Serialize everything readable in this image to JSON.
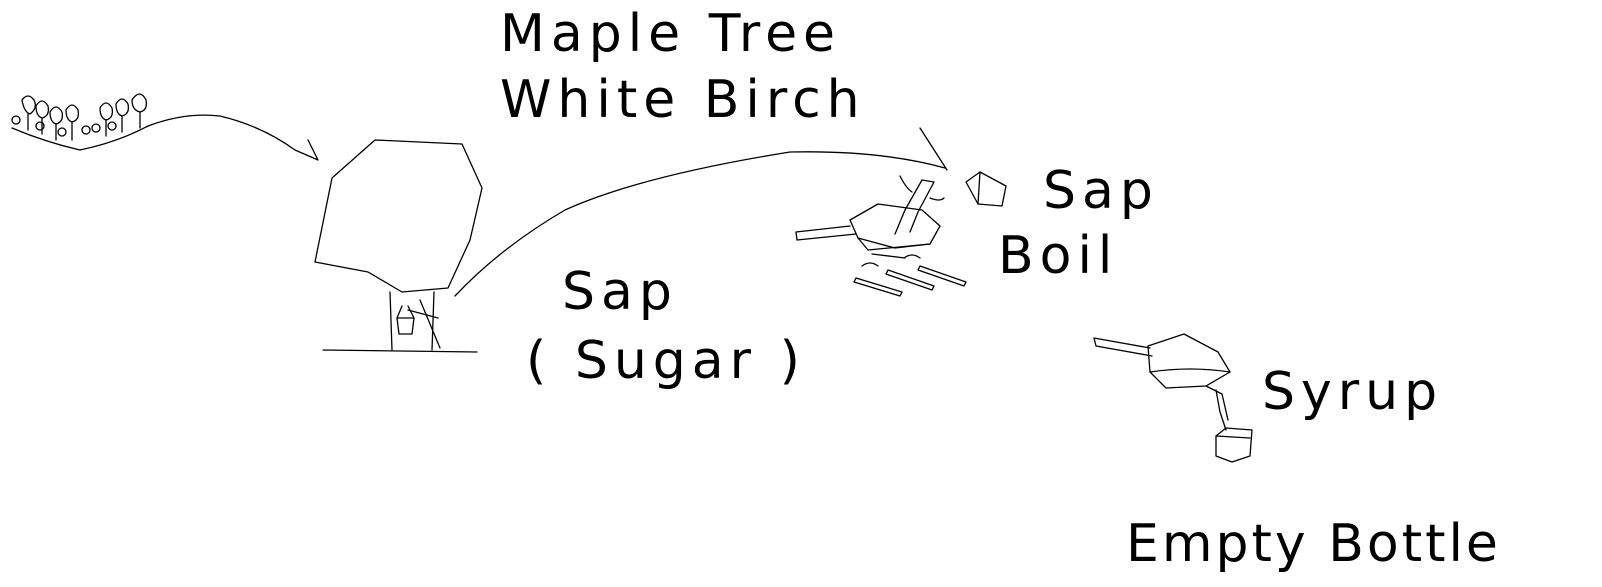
{
  "labels": {
    "maple_tree": "Maple Tree",
    "white_birch": "White Birch",
    "sap_top": "Sap",
    "boil": "Boil",
    "sap_sugar_1": "Sap",
    "sap_sugar_2": "( Sugar )",
    "syrup": "Syrup",
    "empty_bottle": "Empty Bottle"
  },
  "colors": {
    "ink": "#000000",
    "background": "#ffffff"
  }
}
